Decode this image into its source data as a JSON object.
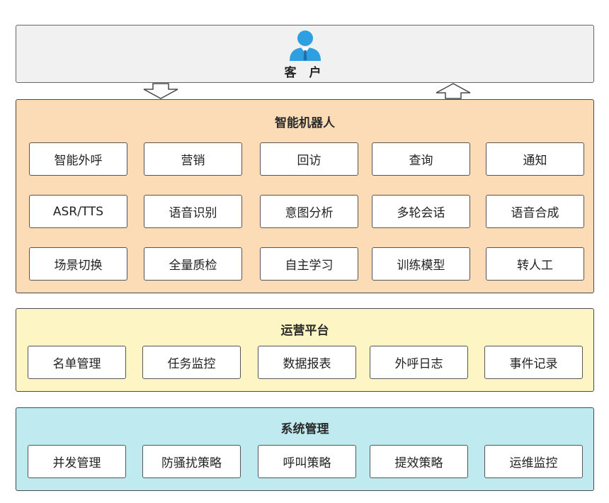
{
  "colors": {
    "customer_bg": "#f1f1f1",
    "robot_bg": "#fcdcb6",
    "ops_bg": "#fdf6c4",
    "sys_bg": "#bfeaf0",
    "user_icon": "#2e9fe0"
  },
  "customer": {
    "label": "客 户",
    "icon": "user-icon"
  },
  "robot": {
    "title": "智能机器人",
    "rows": [
      [
        "智能外呼",
        "营销",
        "回访",
        "查询",
        "通知"
      ],
      [
        "ASR/TTS",
        "语音识别",
        "意图分析",
        "多轮会话",
        "语音合成"
      ],
      [
        "场景切换",
        "全量质检",
        "自主学习",
        "训练模型",
        "转人工"
      ]
    ]
  },
  "ops": {
    "title": "运营平台",
    "items": [
      "名单管理",
      "任务监控",
      "数据报表",
      "外呼日志",
      "事件记录"
    ]
  },
  "sys": {
    "title": "系统管理",
    "items": [
      "并发管理",
      "防骚扰策略",
      "呼叫策略",
      "提效策略",
      "运维监控"
    ]
  }
}
